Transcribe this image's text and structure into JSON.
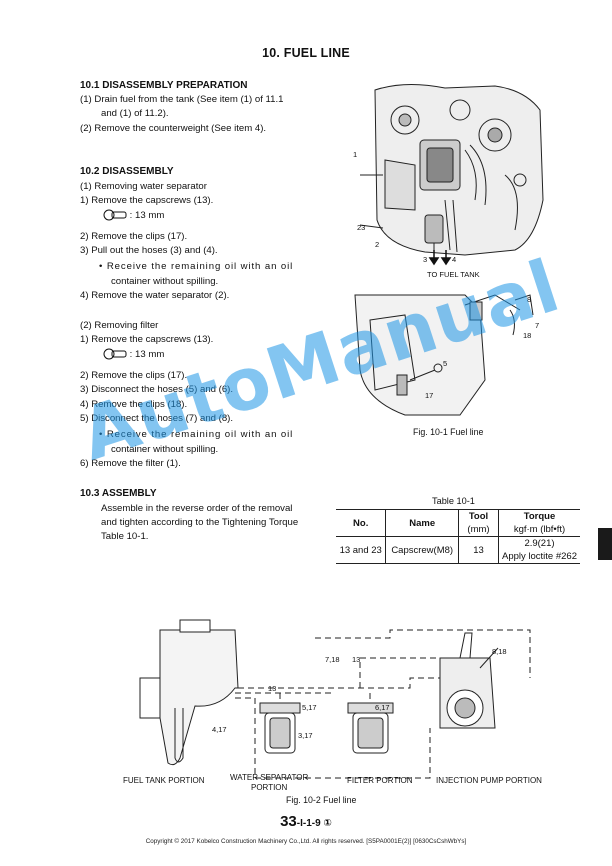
{
  "page_title": "10. FUEL LINE",
  "prep": {
    "title": "10.1 DISASSEMBLY PREPARATION",
    "l1": "(1)  Drain fuel from the tank (See item (1) of 11.1",
    "l1b": "and (1) of 11.2).",
    "l2": "(2)  Remove the counterweight (See item 4)."
  },
  "disassembly": {
    "title": "10.2 DISASSEMBLY",
    "a_head": "(1)  Removing water separator",
    "a1": " 1)  Remove the capscrews (13).",
    "a1_wrench": ": 13 mm",
    "a2": " 2)  Remove the clips (17).",
    "a3": " 3)  Pull out the hoses (3) and (4).",
    "a3_note": "•  Receive the remaining oil with an oil",
    "a3_note2": "container without spilling.",
    "a4": " 4)  Remove the water separator (2).",
    "b_head": "(2)  Removing filter",
    "b1": " 1)  Remove the capscrews (13).",
    "b1_wrench": ": 13 mm",
    "b2": " 2)  Remove the clips (17).",
    "b3": " 3)  Disconnect the hoses (5) and (6).",
    "b4": " 4)  Remove the clips (18).",
    "b5": " 5)  Disconnect the hoses (7) and (8).",
    "b5_note": "•  Receive the remaining oil with an oil",
    "b5_note2": "container without spilling.",
    "b6": " 6)  Remove the filter (1)."
  },
  "assembly": {
    "title": "10.3 ASSEMBLY",
    "l1": "Assemble in the reverse order of the removal",
    "l2": "and tighten according to the Tightening Torque",
    "l3": "Table 10-1."
  },
  "fig1": {
    "caption": "Fig. 10-1  Fuel line",
    "to_fuel_tank": "TO FUEL TANK",
    "callout_1": "1",
    "callout_2": "2",
    "callout_23": "23",
    "callout_7": "7",
    "callout_18": "18",
    "callout_17": "17",
    "callout_3": "3",
    "callout_4": "4",
    "callout_5": "5",
    "callout_8": "8"
  },
  "table": {
    "caption": "Table 10-1",
    "headers": {
      "no": "No.",
      "name": "Name",
      "tool": "Tool",
      "tool_unit": "(mm)",
      "torque": "Torque",
      "torque_unit": "kgf·m (lbf•ft)"
    },
    "row": {
      "no": "13 and 23",
      "name": "Capscrew(M8)",
      "tool": "13",
      "torque": "2.9(21)",
      "note": "Apply loctite #262"
    }
  },
  "fig2": {
    "caption": "Fig. 10-2 Fuel line",
    "labels": {
      "fuel_tank": "FUEL TANK PORTION",
      "water_sep": "WATER SEPARATOR",
      "water_sep2": "PORTION",
      "filter": "FILTER PORTION",
      "injection": "INJECTION PUMP PORTION"
    },
    "callouts": {
      "c718": "7,18",
      "c13a": "13",
      "c818": "8,18",
      "c13b": "13",
      "c517": "5,17",
      "c617": "6,17",
      "c417": "4,17",
      "c317": "3,17"
    }
  },
  "page_number": "33",
  "page_number_suffix": "-I-1-9 ①",
  "watermark": "AutoManual",
  "footer": "Copyright © 2017 Kobelco Construction Machinery Co.,Ltd. All rights reserved. [S5PA0001E(2)] [0630CsCshWbYs]"
}
